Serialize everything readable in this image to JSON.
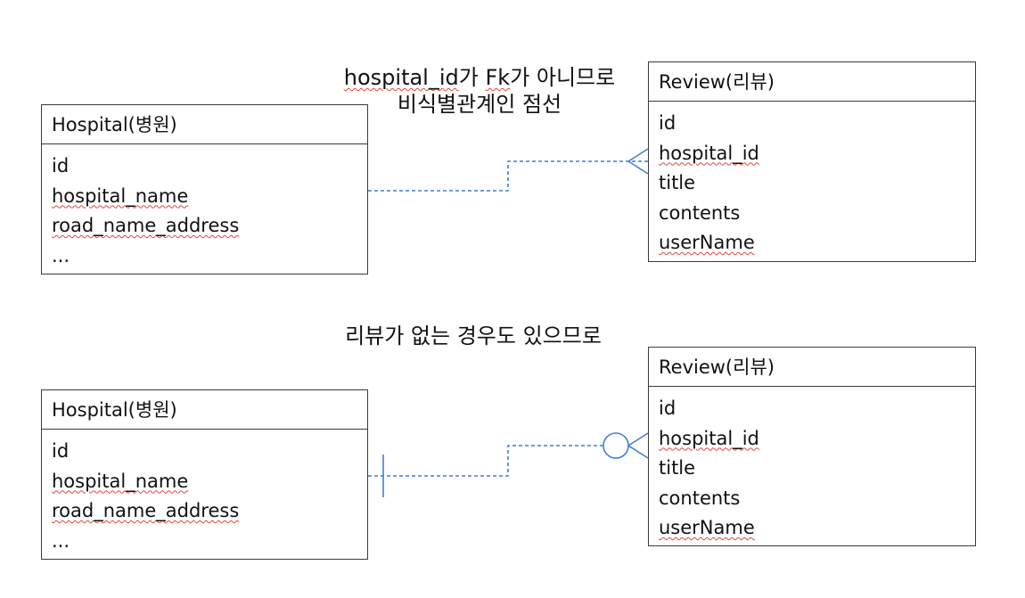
{
  "colors": {
    "connector": "#3d7fd6",
    "border": "#3a3a3a",
    "spellcheck": "#e0453a"
  },
  "top": {
    "caption_part1": "hospital_id",
    "caption_part2": "가 ",
    "caption_part3": "Fk",
    "caption_part4": "가 아니므로",
    "caption_line2": "비식별관계인 점선",
    "hospital": {
      "title": "Hospital(병원)",
      "fields": [
        "id",
        "hospital_name",
        "road_name_address",
        "..."
      ]
    },
    "review": {
      "title": "Review(리뷰)",
      "fields": [
        "id",
        "hospital_id",
        "title",
        "contents",
        "userName"
      ]
    },
    "relation": {
      "style": "dashed",
      "hospital_end": "none",
      "review_end": "many (crow's foot)"
    }
  },
  "bottom": {
    "caption": "리뷰가 없는 경우도 있으므로",
    "hospital": {
      "title": "Hospital(병원)",
      "fields": [
        "id",
        "hospital_name",
        "road_name_address",
        "..."
      ]
    },
    "review": {
      "title": "Review(리뷰)",
      "fields": [
        "id",
        "hospital_id",
        "title",
        "contents",
        "userName"
      ]
    },
    "relation": {
      "style": "dashed",
      "hospital_end": "one (bar)",
      "review_end": "zero or many (circle + crow's foot)"
    }
  }
}
